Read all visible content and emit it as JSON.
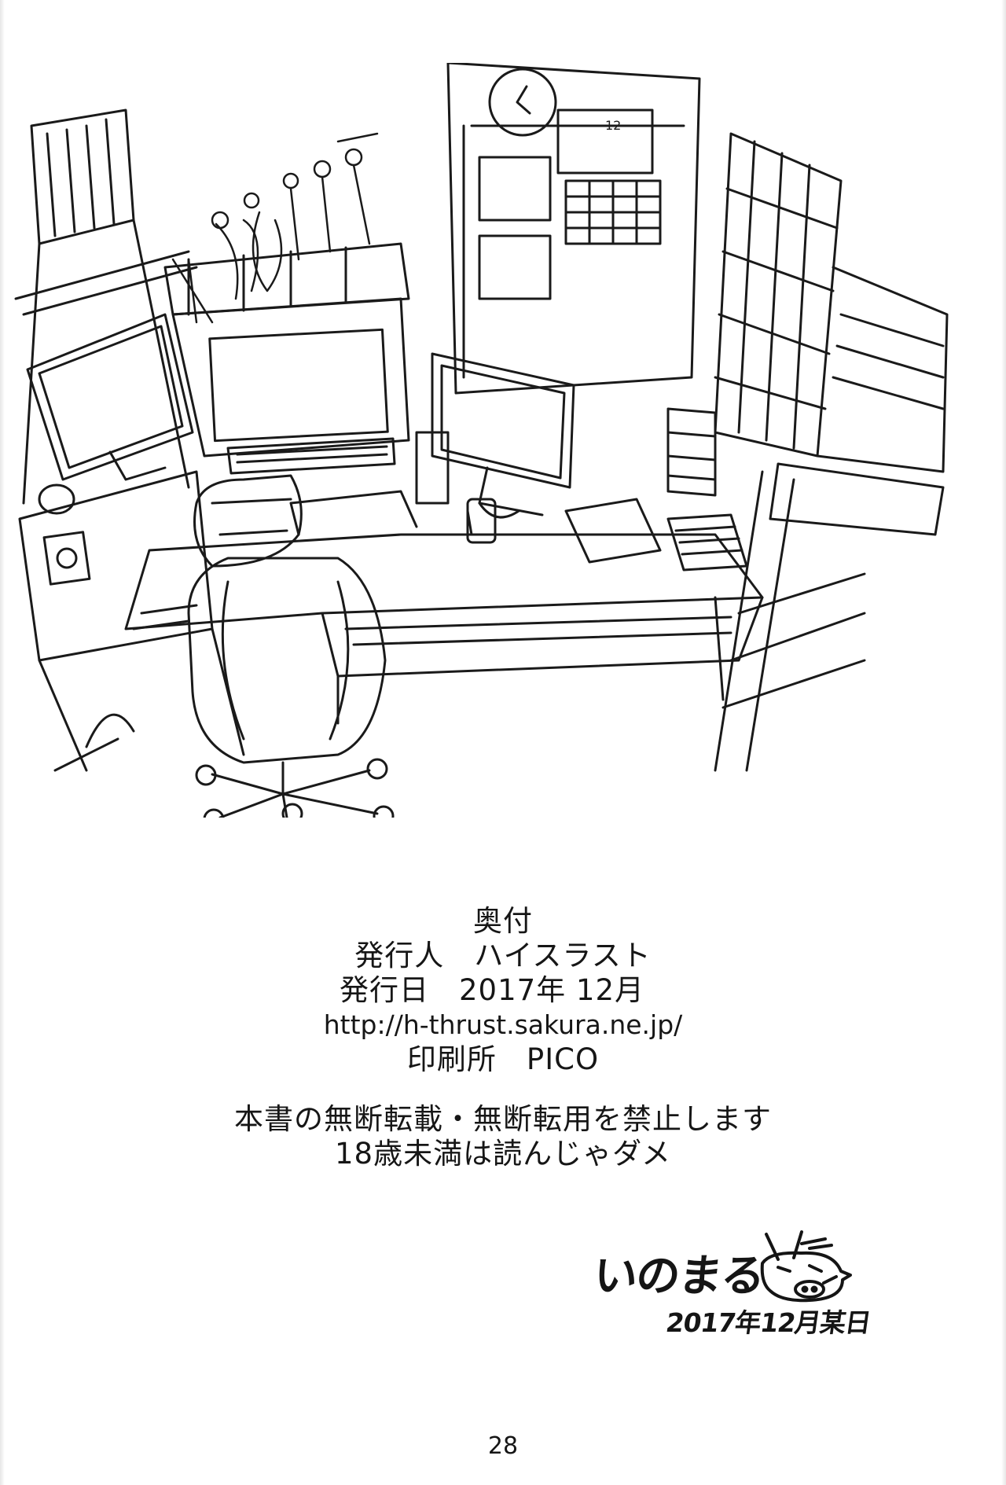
{
  "colophon": {
    "heading": "奥付",
    "publisher": "発行人　ハイスラスト",
    "date": "発行日　2017年 12月",
    "url": "http://h-thrust.sakura.ne.jp/",
    "printer": "印刷所　PICO",
    "notice_1": "本書の無断転載・無断転用を禁止します",
    "notice_2": "18歳未満は読んじゃダメ"
  },
  "signature": {
    "name": "いのまる",
    "date": "2017年12月某日"
  },
  "page_number": "28"
}
